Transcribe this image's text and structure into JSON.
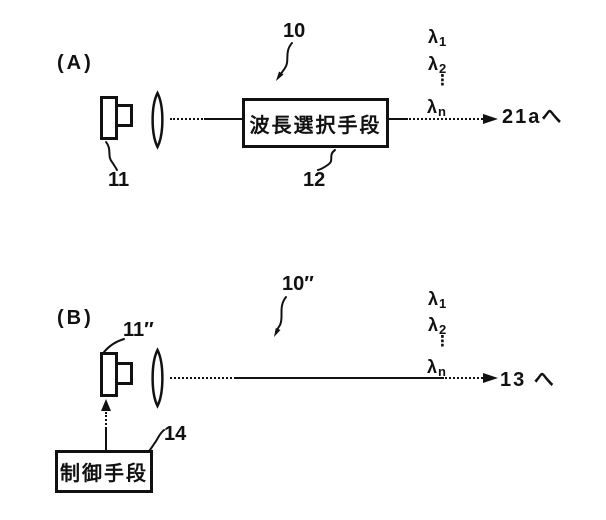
{
  "colors": {
    "background": "#ffffff",
    "ink": "#111111"
  },
  "diagram_a": {
    "panel_label": "(A)",
    "assembly_ref": "10",
    "source_ref": "11",
    "selector_box_label": "波長選択手段",
    "selector_box_ref": "12",
    "wavelengths": [
      {
        "symbol": "λ",
        "sub": "1"
      },
      {
        "symbol": "λ",
        "sub": "2"
      },
      {
        "symbol": "λ",
        "sub": "n"
      }
    ],
    "ellipsis": "⋮",
    "output_label": "21aへ"
  },
  "diagram_b": {
    "panel_label": "(B)",
    "assembly_ref": "10″",
    "source_ref": "11″",
    "control_box_label": "制御手段",
    "control_box_ref": "14",
    "wavelengths": [
      {
        "symbol": "λ",
        "sub": "1"
      },
      {
        "symbol": "λ",
        "sub": "2"
      },
      {
        "symbol": "λ",
        "sub": "n"
      }
    ],
    "ellipsis": "⋮",
    "output_label": "13 へ"
  }
}
